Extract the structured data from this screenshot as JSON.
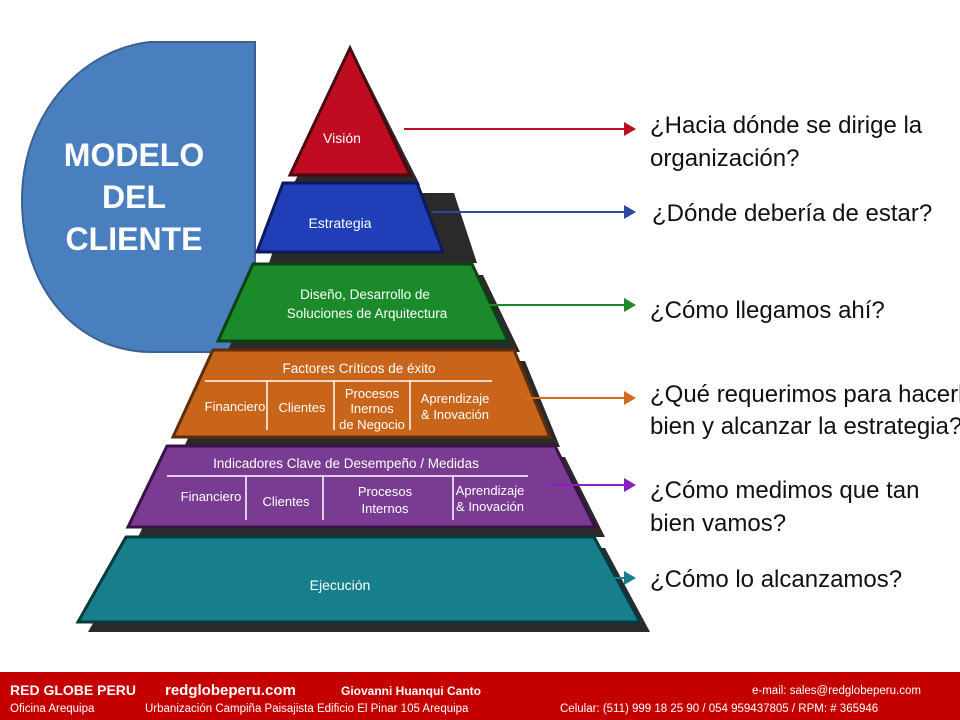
{
  "bubble": {
    "line1": "MODELO",
    "line2": "DEL",
    "line3": "CLIENTE",
    "color": "#4a7fbf"
  },
  "levels": {
    "vision": {
      "label": "Visión",
      "color": "#c00c23"
    },
    "estrategia": {
      "label": "Estrategia",
      "color": "#1f3eb8"
    },
    "diseno": {
      "line1": "Diseño, Desarrollo de",
      "line2": "Soluciones de Arquitectura",
      "color": "#1a8a2b"
    },
    "factores": {
      "title": "Factores Críticos de éxito",
      "cells": {
        "financiero": "Financiero",
        "clientes": "Clientes",
        "procesos1": "Procesos",
        "procesos2": "Inernos",
        "procesos3": "de Negocio",
        "aprend1": "Aprendizaje",
        "aprend2": "& Inovación"
      },
      "color": "#c8651b"
    },
    "indicadores": {
      "title": "Indicadores Clave de Desempeño / Medidas",
      "cells": {
        "financiero": "Financiero",
        "clientes": "Clientes",
        "procesos1": "Procesos",
        "procesos2": "Internos",
        "aprend1": "Aprendizaje",
        "aprend2": "& Inovación"
      },
      "color": "#7a3b93"
    },
    "ejecucion": {
      "label": "Ejecución",
      "color": "#177f8c"
    }
  },
  "questions": {
    "q1": {
      "line1": "¿Hacia dónde se dirige la",
      "line2": "organización?",
      "arrow_color": "#c00c23"
    },
    "q2": {
      "line1": "¿Dónde debería de estar?",
      "arrow_color": "#2a4a9e"
    },
    "q3": {
      "line1": "¿Cómo llegamos ahí?",
      "arrow_color": "#1a8a2b"
    },
    "q4": {
      "line1": "¿Qué requerimos para hacerlo",
      "line2": "bien  y alcanzar la estrategia?",
      "arrow_color": "#d26a1a"
    },
    "q5": {
      "line1": "¿Cómo medimos que tan",
      "line2": "bien vamos?",
      "arrow_color": "#8b1fbd"
    },
    "q6": {
      "line1": "¿Cómo lo alcanzamos?",
      "arrow_color": "#177f8c"
    }
  },
  "footer": {
    "company": "RED GLOBE PERU",
    "website": "redglobeperu.com",
    "person": "Giovanni Huanqui Canto",
    "email": "e-mail: sales@redglobeperu.com",
    "office": "Oficina Arequipa",
    "address": "Urbanización Campiña Paisajista Edificio El Pinar 105 Arequipa",
    "phone": "Celular: (511) 999 18 25 90  / 054 959437805 / RPM: # 365946",
    "color": "#c40000"
  }
}
